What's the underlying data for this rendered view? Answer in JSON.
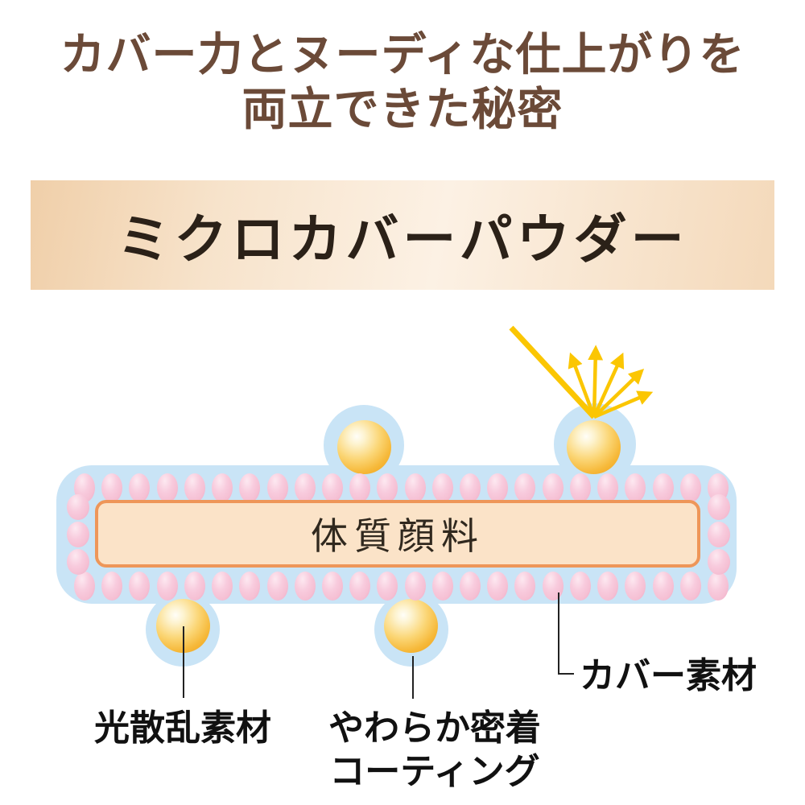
{
  "headline": {
    "line1": "カバー力とヌーディな仕上がりを",
    "line2": "両立できた秘密"
  },
  "banner": {
    "title": "ミクロカバーパウダー"
  },
  "diagram": {
    "pigment_label": "体質顔料",
    "callouts": {
      "light_scatter": "光散乱素材",
      "soft_coating_line1": "やわらか密着",
      "soft_coating_line2": "コーティング",
      "cover_material": "カバー素材"
    },
    "beads": {
      "top_count": 24,
      "bottom_count": 24,
      "side_count": 3
    }
  },
  "colors": {
    "headline_brown": "#6B4A38",
    "banner_text": "#2B2118",
    "banner_grad_left": "#F0CFA9",
    "banner_grad_mid": "#FCF1E4",
    "banner_grad_right": "#F4D9BA",
    "coating_blue": "#C9E4F6",
    "bead_pink": "#F5BFD3",
    "bead_pink_light": "#FDE9F1",
    "bead_pink_deep": "#EEA6C3",
    "pigment_fill": "#FBE3C8",
    "pigment_border": "#EE9659",
    "pigment_text": "#30281E",
    "sphere_orange": "#F1A31D",
    "sphere_light": "#FFFEF8",
    "arrow_yellow": "#FBC602",
    "label_black": "#111111",
    "connector": "#222222"
  }
}
